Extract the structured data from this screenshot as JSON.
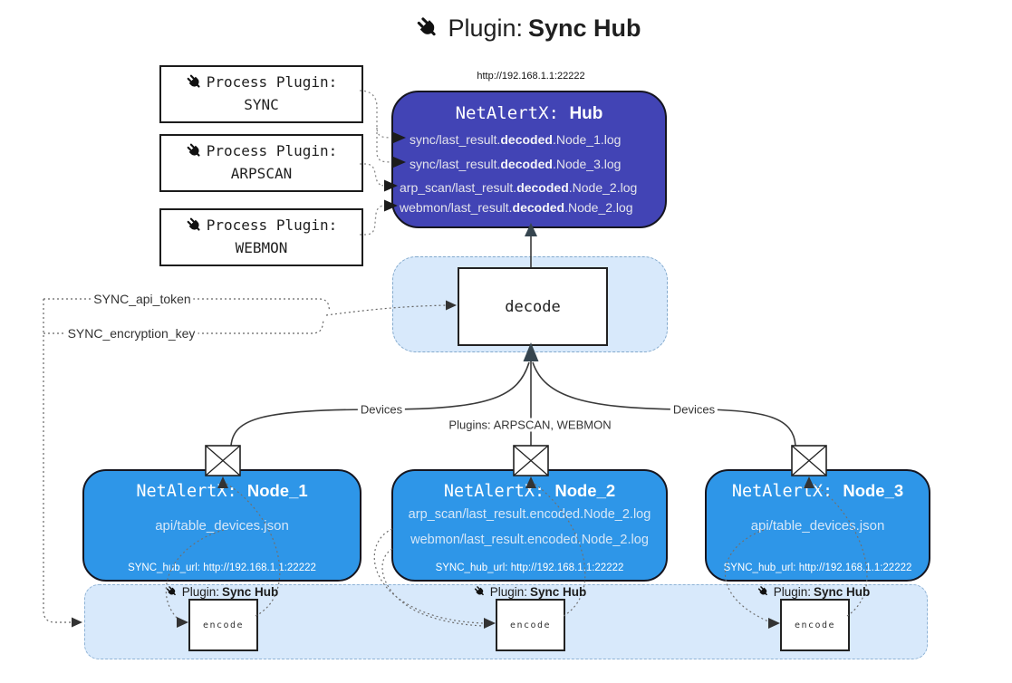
{
  "title": {
    "prefix": "Plugin:",
    "name": "Sync Hub"
  },
  "hub": {
    "url": "http://192.168.1.1:22222",
    "title_prefix": "NetAlertX:",
    "title_name": "Hub",
    "logs": [
      {
        "pre": "sync/last_result.",
        "bold": "decoded",
        "post": ".Node_1.log"
      },
      {
        "pre": "sync/last_result.",
        "bold": "decoded",
        "post": ".Node_3.log"
      },
      {
        "pre": "arp_scan/last_result.",
        "bold": "decoded",
        "post": ".Node_2.log"
      },
      {
        "pre": "webmon/last_result.",
        "bold": "decoded",
        "post": ".Node_2.log"
      }
    ]
  },
  "process_plugins": [
    {
      "label": "Process Plugin:",
      "name": "SYNC"
    },
    {
      "label": "Process Plugin:",
      "name": "ARPSCAN"
    },
    {
      "label": "Process Plugin:",
      "name": "WEBMON"
    }
  ],
  "flow_labels": {
    "sync_api_token": "SYNC_api_token",
    "sync_encryption_key": "SYNC_encryption_key",
    "devices_left": "Devices",
    "devices_right": "Devices",
    "plugins_mid": "Plugins: ARPSCAN, WEBMON"
  },
  "decode": {
    "label": "decode"
  },
  "encode": {
    "label": "encode",
    "plugin_prefix": "Plugin:",
    "plugin_name": "Sync Hub"
  },
  "nodes": [
    {
      "title_prefix": "NetAlertX:",
      "title_name": "Node_1",
      "lines": [
        "api/table_devices.json"
      ],
      "hub_url": "SYNC_hub_url: http://192.168.1.1:22222"
    },
    {
      "title_prefix": "NetAlertX:",
      "title_name": "Node_2",
      "lines": [
        "arp_scan/last_result.encoded.Node_2.log",
        "webmon/last_result.encoded.Node_2.log"
      ],
      "hub_url": "SYNC_hub_url: http://192.168.1.1:22222"
    },
    {
      "title_prefix": "NetAlertX:",
      "title_name": "Node_3",
      "lines": [
        "api/table_devices.json"
      ],
      "hub_url": "SYNC_hub_url: http://192.168.1.1:22222"
    }
  ],
  "colors": {
    "hub_fill": "#4244b5",
    "node_fill": "#2e96e8",
    "panel_fill": "#d8e9fb",
    "panel_border": "#8fb3d6",
    "line": "#3a3a3a",
    "arrow_dark": "#36454f"
  }
}
